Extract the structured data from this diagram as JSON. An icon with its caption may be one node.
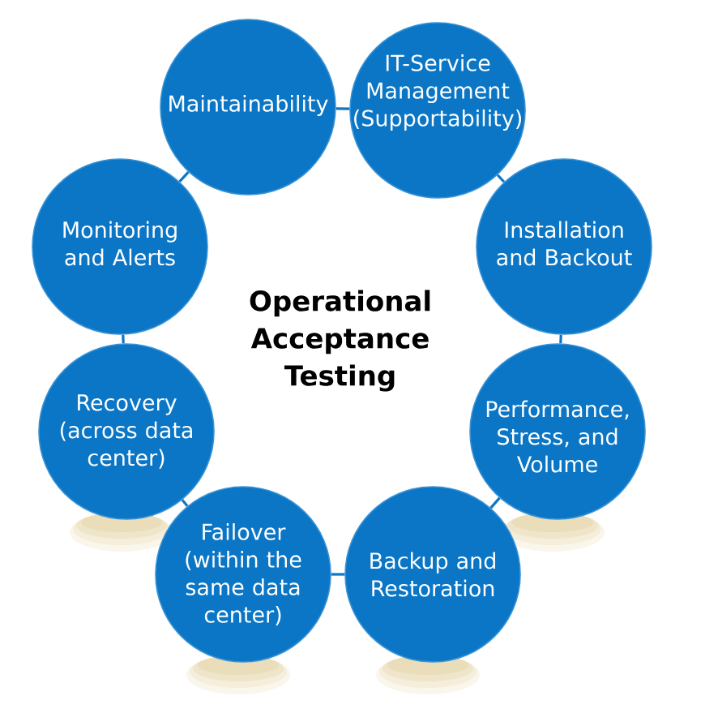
{
  "diagram": {
    "title": "Operational Acceptance Testing",
    "nodes": [
      {
        "text": [
          "Maintainability"
        ]
      },
      {
        "text": [
          "IT-Service Management (Supportability)"
        ]
      },
      {
        "text": [
          "Monitoring and Alerts"
        ]
      },
      {
        "text": [
          "Installation and Backout"
        ]
      },
      {
        "text": [
          "Recovery (across data center)"
        ]
      },
      {
        "text": [
          "Performance, Stress, and Volume"
        ]
      },
      {
        "text": [
          "Failover (within the same data center)"
        ]
      },
      {
        "text": [
          "Backup and Restoration"
        ]
      }
    ],
    "edges": [
      {
        "from": 0,
        "to": 1,
        "arrow": "none"
      },
      {
        "from": 1,
        "to": 3,
        "arrow": "none"
      },
      {
        "from": 3,
        "to": 5,
        "arrow": "none"
      },
      {
        "from": 5,
        "to": 7,
        "arrow": "none"
      },
      {
        "from": 7,
        "to": 6,
        "arrow": "none"
      },
      {
        "from": 6,
        "to": 4,
        "arrow": "none"
      },
      {
        "from": 4,
        "to": 2,
        "arrow": "none"
      },
      {
        "from": 2,
        "to": 0,
        "arrow": "none"
      }
    ]
  }
}
